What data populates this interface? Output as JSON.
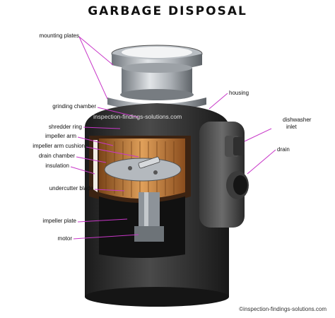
{
  "title": "GARBAGE DISPOSAL",
  "labels": {
    "mounting_plates": "mounting plates",
    "housing": "housing",
    "grinding_chamber": "grinding chamber",
    "shredder_ring": "shredder ring",
    "impeller_arm": "impeller arm",
    "impeller_arm_cushion": "impeller arm cushion",
    "drain_chamber": "drain chamber",
    "insulation": "insulation",
    "undercutter_blade": "undercutter blade",
    "impeller_plate": "impeller plate",
    "motor": "motor",
    "dishwasher_inlet_line1": "dishwasher",
    "dishwasher_inlet_line2": "inlet",
    "drain": "drain"
  },
  "watermark": "inspection-findings-solutions.com",
  "credit": "©inspection-findings-solutions.com",
  "colors": {
    "pointer": "#c837c8",
    "body": "#2a2a2a",
    "metal": "#9aa0a6",
    "copper": "#c57a3a"
  }
}
